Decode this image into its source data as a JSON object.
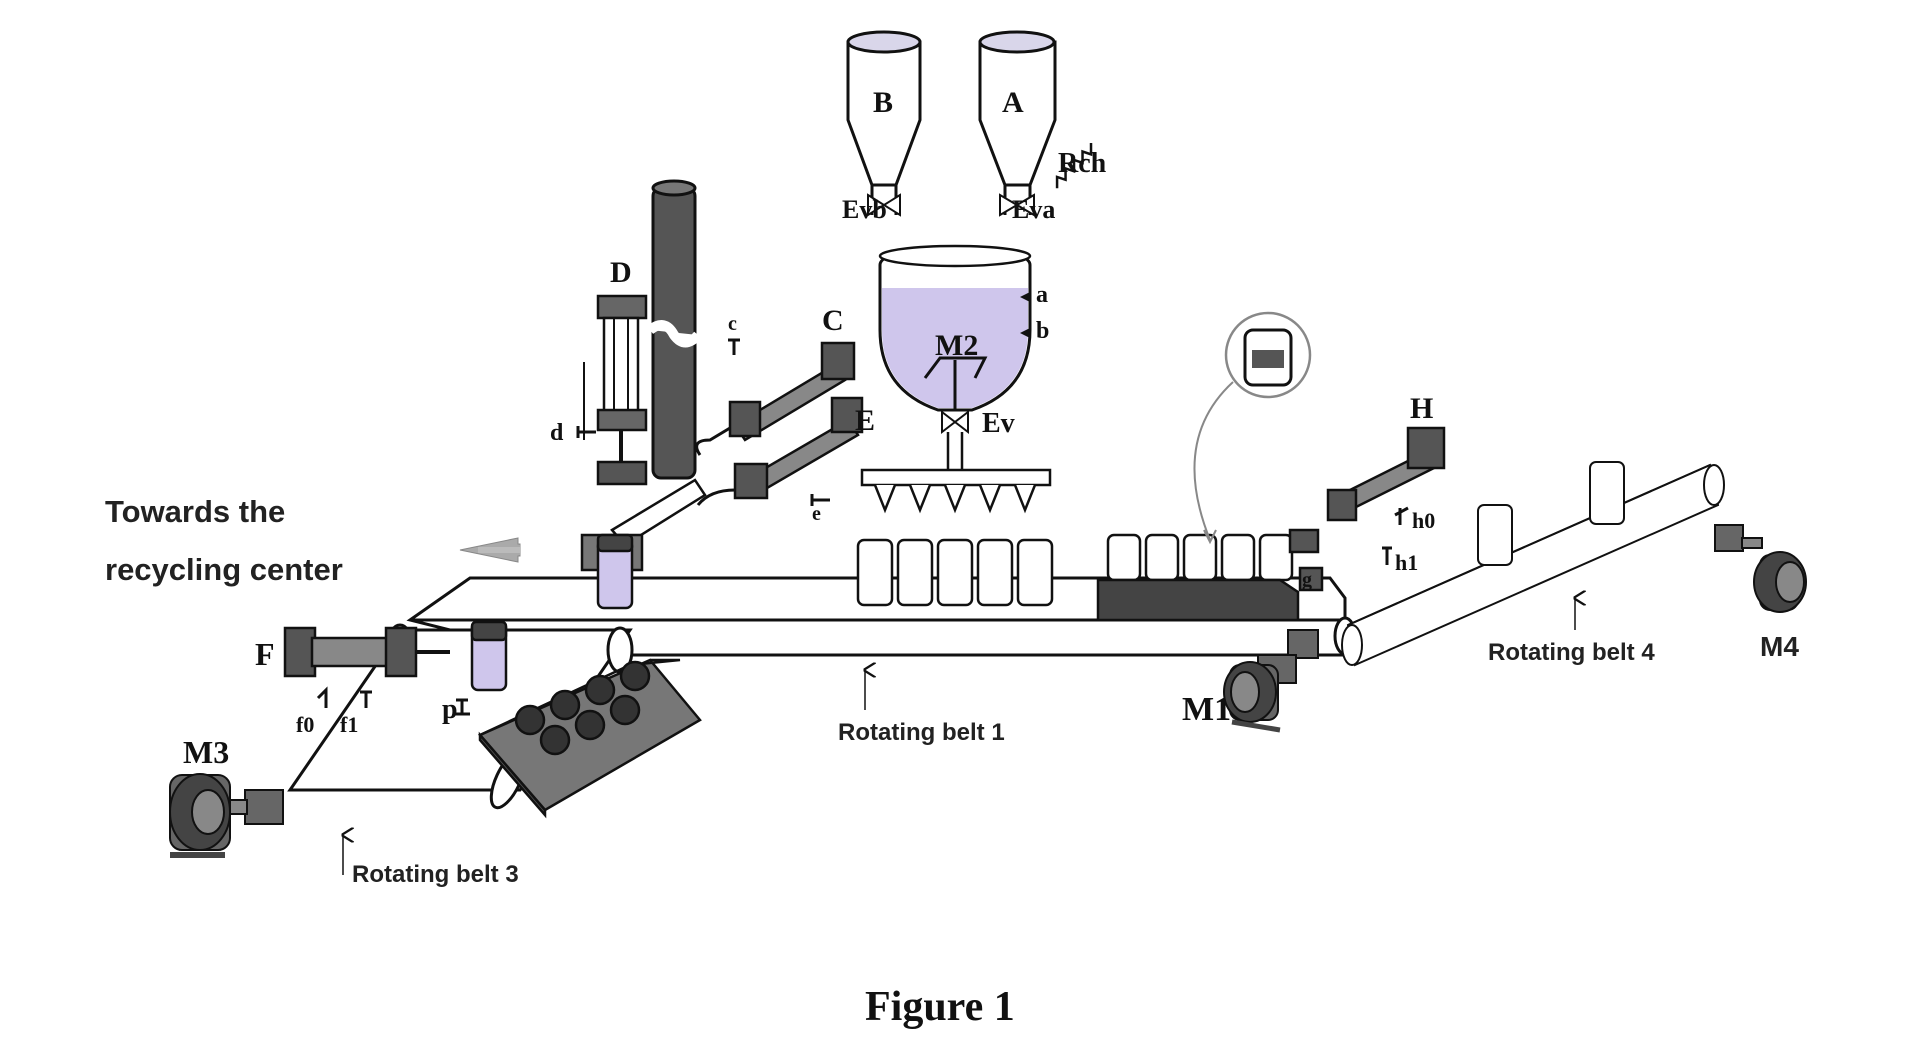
{
  "figure": {
    "caption": "Figure 1",
    "towards_line1": "Towards the",
    "towards_line2": "recycling center",
    "belt1": "Rotating belt 1",
    "belt3": "Rotating belt 3",
    "belt4": "Rotating belt 4"
  },
  "labels": {
    "hopper_b": "B",
    "hopper_a": "A",
    "heater": "Rch",
    "valve_b": "Evb",
    "valve_a": "Eva",
    "mixer": "M2",
    "sensor_a": "a",
    "sensor_b": "b",
    "valve_ev": "Ev",
    "cyl_c": "C",
    "cyl_d": "D",
    "cyl_e": "E",
    "cyl_f": "F",
    "cyl_h": "H",
    "sensor_c": "c",
    "sensor_d": "d",
    "sensor_e": "e",
    "sensor_f0": "f0",
    "sensor_f1": "f1",
    "sensor_p": "p",
    "sensor_g": "g",
    "sensor_h0": "h0",
    "sensor_h1": "h1",
    "motor_m1": "M1",
    "motor_m3": "M3",
    "motor_m4": "M4"
  },
  "colors": {
    "liquid": "#cfc6ec",
    "dark": "#444444",
    "line": "#111111"
  }
}
